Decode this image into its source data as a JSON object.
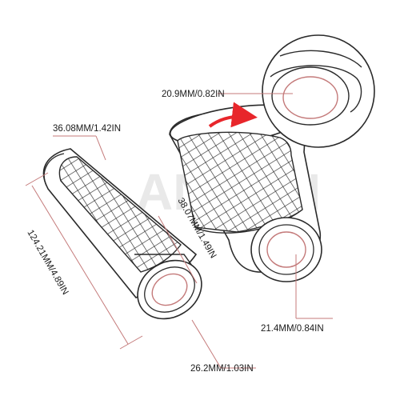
{
  "watermark": "ANDAN",
  "dimensions": {
    "inner_top": "20.9MM/0.82IN",
    "outer_diameter_left": "36.08MM/1.42IN",
    "grip_width": "38.07MM/1.49IN",
    "length": "124.21MM/4.89IN",
    "inner_right": "21.4MM/0.84IN",
    "bottom_diameter": "26.2MM/1.03IN"
  },
  "colors": {
    "outline": "#2a2a2a",
    "dimension_line": "#c47a7a",
    "arrow": "#e8262b",
    "watermark": "#e9e9e9"
  }
}
